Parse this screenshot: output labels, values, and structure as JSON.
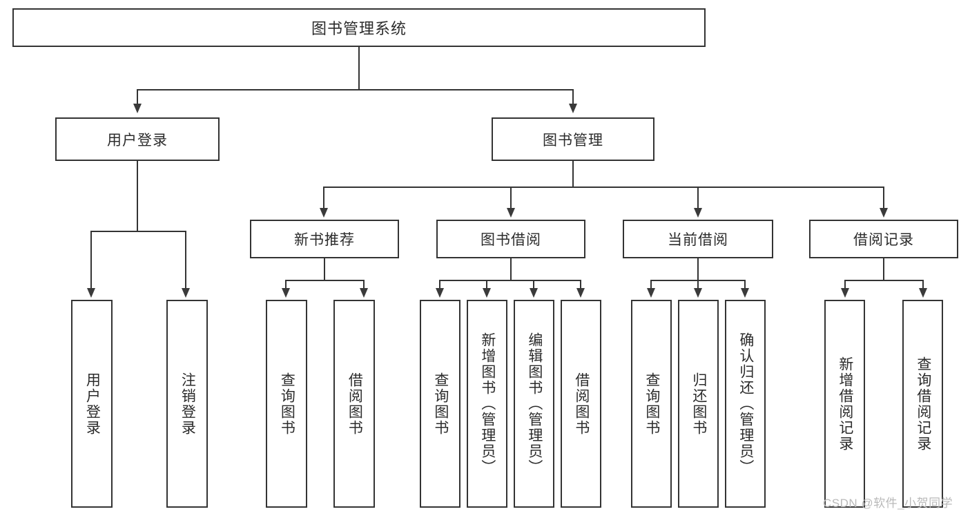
{
  "diagram": {
    "title": "图书管理系统",
    "type": "tree-hierarchy",
    "watermark": "CSDN @软件_小贺同学",
    "colors": {
      "stroke": "#333333",
      "box_fill": "#ffffff",
      "text": "#2b2b2b",
      "watermark": "#b9b9b9",
      "background": "#ffffff"
    },
    "levels": {
      "root": "图书管理系统",
      "level2": [
        "用户登录",
        "图书管理"
      ],
      "level3": [
        "新书推荐",
        "图书借阅",
        "当前借阅",
        "借阅记录"
      ]
    },
    "nodes": {
      "root": {
        "label": "图书管理系统"
      },
      "user_login": {
        "label": "用户登录"
      },
      "book_manage": {
        "label": "图书管理"
      },
      "new_book_rec": {
        "label": "新书推荐"
      },
      "book_borrow": {
        "label": "图书借阅"
      },
      "current_borrow": {
        "label": "当前借阅"
      },
      "borrow_record": {
        "label": "借阅记录"
      }
    },
    "leaves": {
      "user_login": [
        {
          "label": "用户登录"
        },
        {
          "label": "注销登录"
        }
      ],
      "new_book_rec": [
        {
          "label": "查询图书"
        },
        {
          "label": "借阅图书"
        }
      ],
      "book_borrow": [
        {
          "label": "查询图书"
        },
        {
          "label": "新增图书（管理员）"
        },
        {
          "label": "编辑图书（管理员）"
        },
        {
          "label": "借阅图书"
        }
      ],
      "current_borrow": [
        {
          "label": "查询图书"
        },
        {
          "label": "归还图书"
        },
        {
          "label": "确认归还（管理员）"
        }
      ],
      "borrow_record": [
        {
          "label": "新增借阅记录"
        },
        {
          "label": "查询借阅记录"
        }
      ]
    }
  }
}
